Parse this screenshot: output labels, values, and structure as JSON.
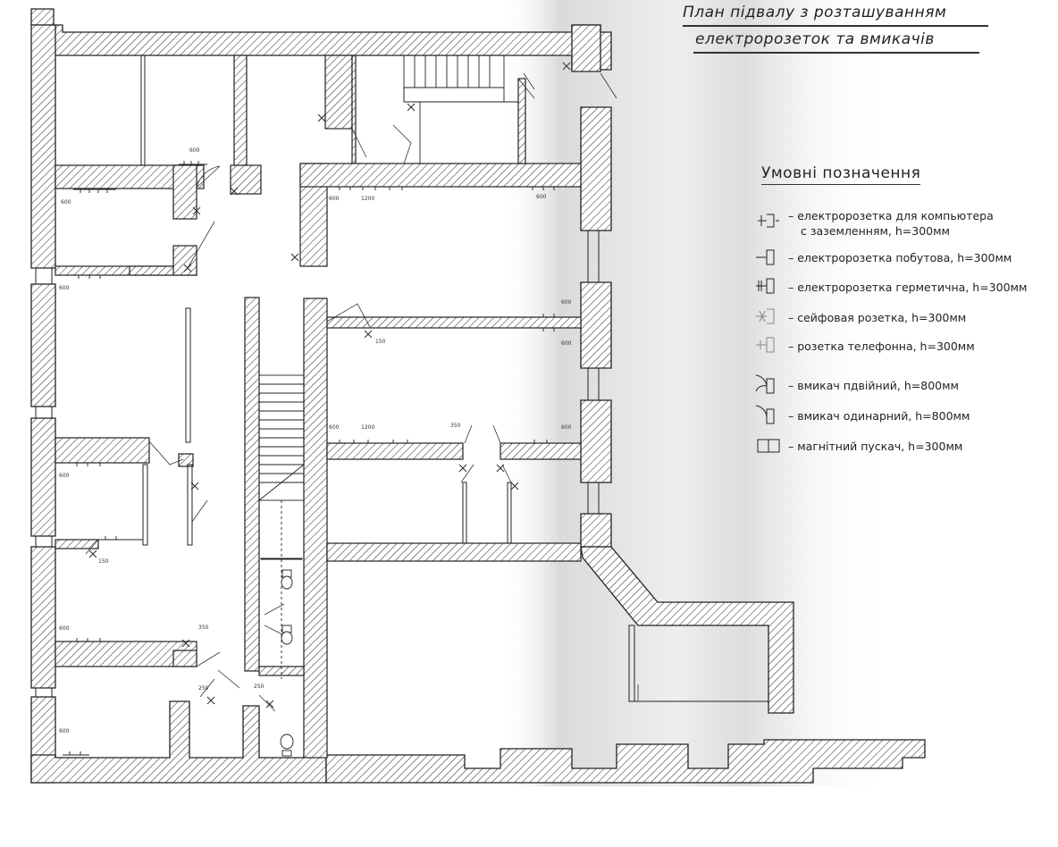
{
  "title": {
    "line1": "План підвалу з розташуванням",
    "line2": "електророзеток та вмикачів"
  },
  "legend": {
    "heading": "Умовні позначення",
    "items": [
      {
        "icon": "computer-socket-icon",
        "text": "– електророзетка для компьютера",
        "text2": "с заземленням, h=300мм"
      },
      {
        "icon": "household-socket-icon",
        "text": "– електророзетка побутова, h=300мм"
      },
      {
        "icon": "sealed-socket-icon",
        "text": "– електророзетка герметична, h=300мм"
      },
      {
        "icon": "safe-socket-icon",
        "text": "– сейфовая розетка, h=300мм"
      },
      {
        "icon": "phone-socket-icon",
        "text": "– розетка телефонна, h=300мм"
      },
      {
        "icon": "double-switch-icon",
        "text": "– вмикач пдвійний, h=800мм"
      },
      {
        "icon": "single-switch-icon",
        "text": "– вмикач одинарний, h=800мм"
      },
      {
        "icon": "magnetic-starter-icon",
        "text": "– магнітний пускач, h=300мм"
      }
    ]
  },
  "dimensions": {
    "d600": "600",
    "d1200": "1200",
    "d350": "350",
    "d250": "250",
    "d150": "150"
  }
}
